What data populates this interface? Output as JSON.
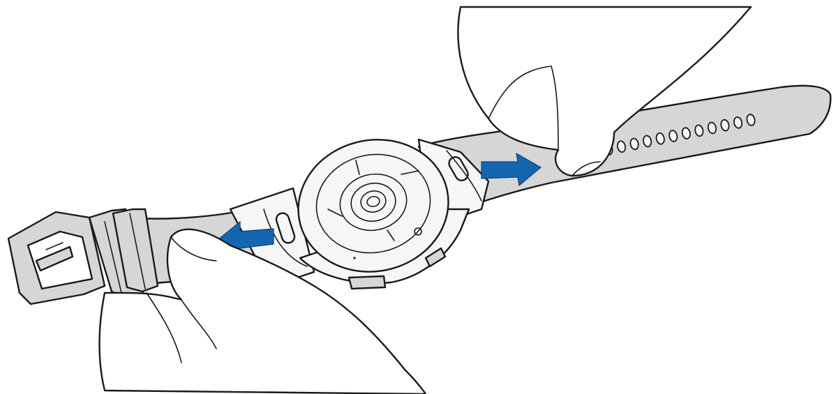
{
  "colors": {
    "strap_fill": "#d6d6d6",
    "watch_fill": "#f6f6f6",
    "skin_fill": "#ffffff",
    "arrow_fill": "#1566b0"
  },
  "arrows": [
    {
      "name": "release-arrow-left",
      "direction": "left"
    },
    {
      "name": "release-arrow-right",
      "direction": "right"
    }
  ],
  "strap_holes_count": 12
}
